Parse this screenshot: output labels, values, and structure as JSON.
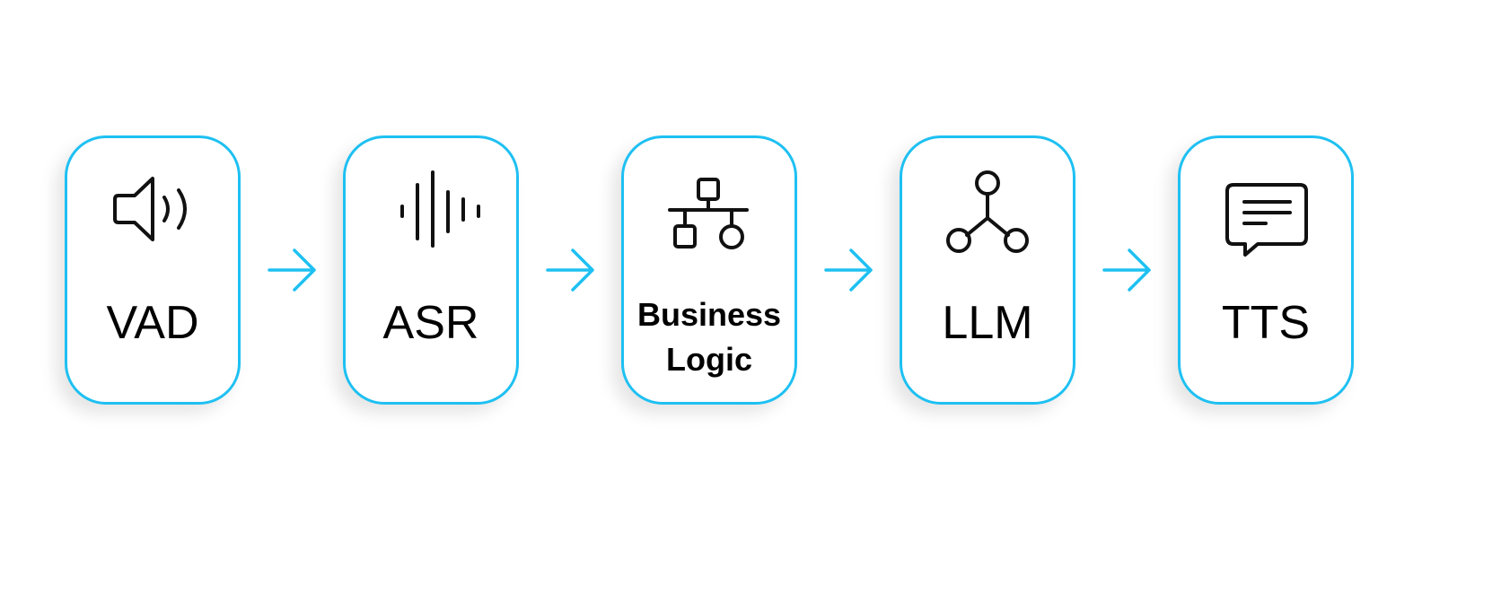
{
  "diagram": {
    "accent_color": "#1ec0f2",
    "nodes": [
      {
        "id": "vad",
        "label": "VAD",
        "icon": "speaker-icon"
      },
      {
        "id": "asr",
        "label": "ASR",
        "icon": "waveform-icon"
      },
      {
        "id": "business-logic",
        "label_line1": "Business",
        "label_line2": "Logic",
        "icon": "hierarchy-icon"
      },
      {
        "id": "llm",
        "label": "LLM",
        "icon": "network-nodes-icon"
      },
      {
        "id": "tts",
        "label": "TTS",
        "icon": "chat-bubble-icon"
      }
    ],
    "edges": [
      {
        "from": "vad",
        "to": "asr",
        "icon": "arrow-right-icon"
      },
      {
        "from": "asr",
        "to": "business-logic",
        "icon": "arrow-right-icon"
      },
      {
        "from": "business-logic",
        "to": "llm",
        "icon": "arrow-right-icon"
      },
      {
        "from": "llm",
        "to": "tts",
        "icon": "arrow-right-icon"
      }
    ]
  }
}
